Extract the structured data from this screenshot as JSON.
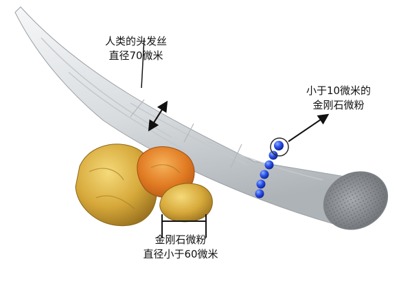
{
  "hair_annotation": {
    "line1": "人类的头发丝",
    "line2": "直径70微米"
  },
  "fine_diamond_annotation": {
    "line1": "小于10微米的",
    "line2": "金刚石微粉"
  },
  "coarse_diamond_annotation": {
    "line1": "金刚石微粉",
    "line2": "直径小于60微米"
  },
  "colors": {
    "hair": "#e6e9ec",
    "hair_cross_section": "#8c8f93",
    "coarse_particles": "#d6a83a",
    "fine_particles": "#1c3fe0",
    "annotation_text": "#111111",
    "arrows": "#111111"
  }
}
